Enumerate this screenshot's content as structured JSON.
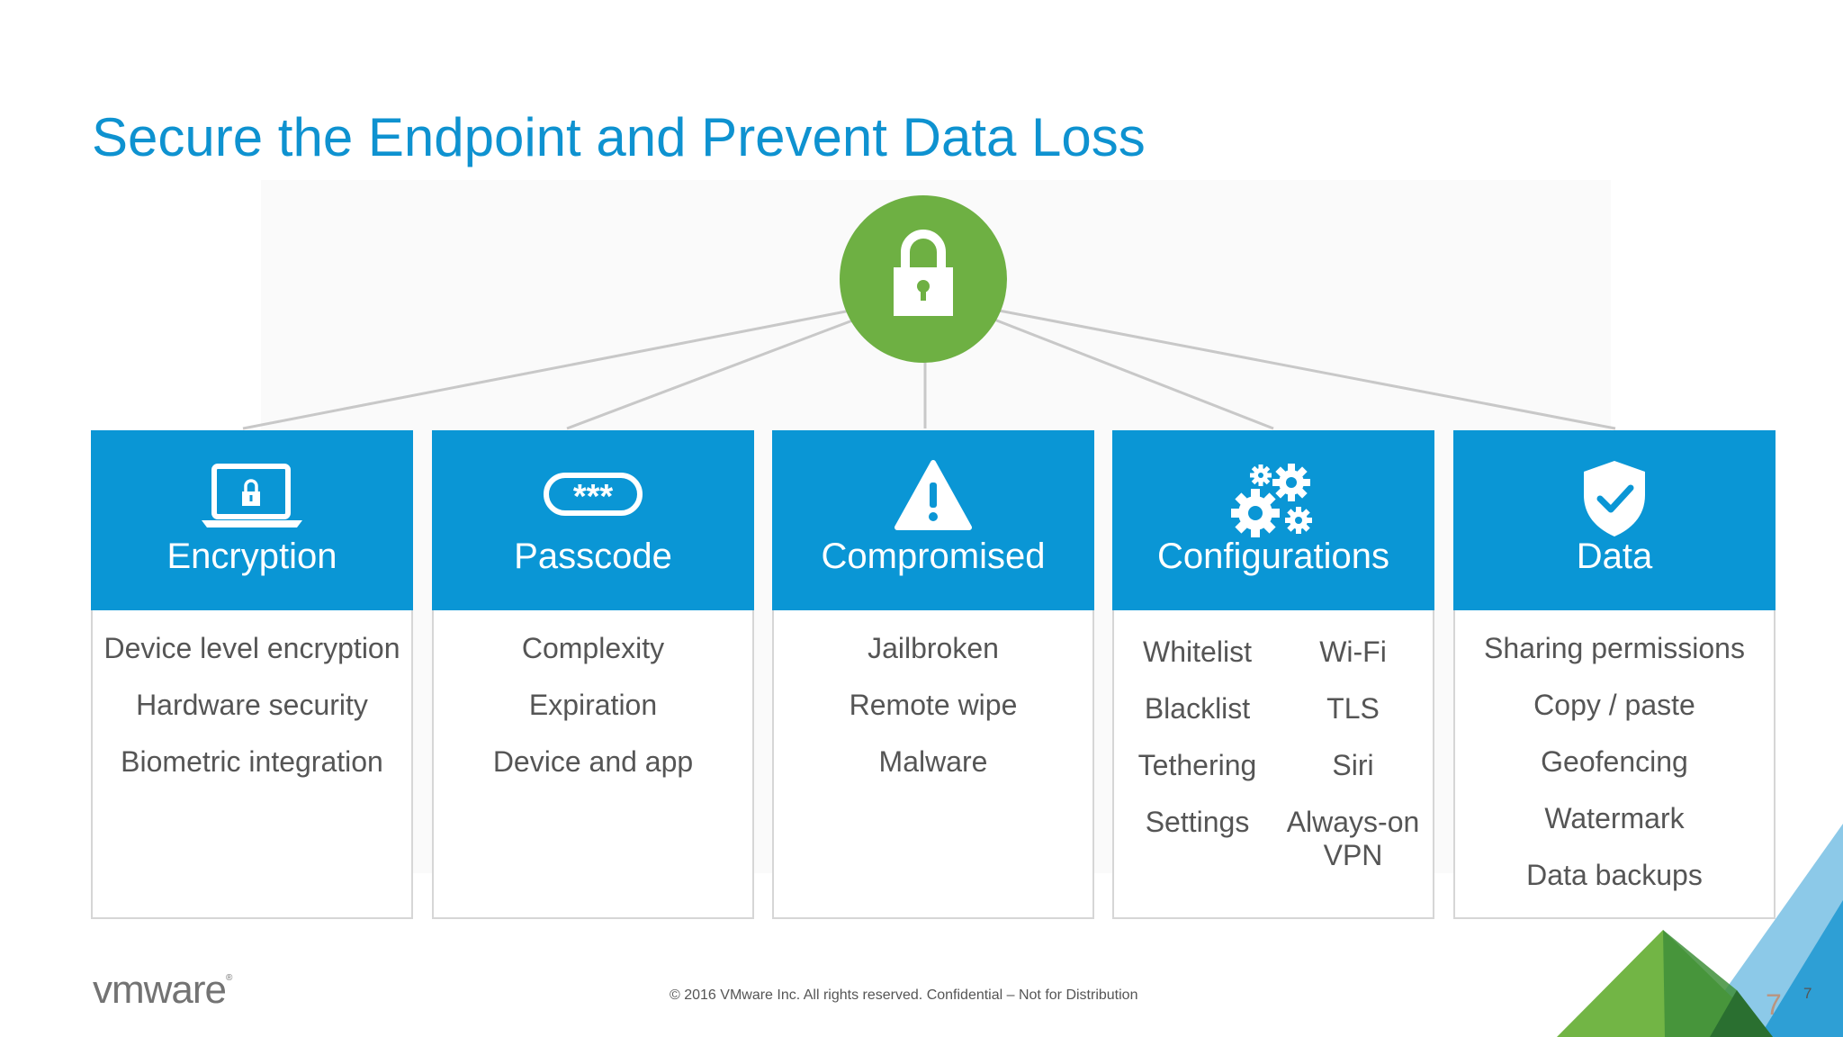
{
  "slide": {
    "title": "Secure the Endpoint and Prevent Data Loss",
    "hub_icon": "lock-icon",
    "accent_color": "#0a96d5",
    "hub_color": "#6eb043",
    "cards": [
      {
        "title": "Encryption",
        "icon": "laptop-lock-icon",
        "items": [
          "Device level encryption",
          "Hardware security",
          "Biometric integration"
        ]
      },
      {
        "title": "Passcode",
        "icon": "passcode-icon",
        "icon_text": "***",
        "items": [
          "Complexity",
          "Expiration",
          "Device and app"
        ]
      },
      {
        "title": "Compromised",
        "icon": "warning-icon",
        "items": [
          "Jailbroken",
          "Remote wipe",
          "Malware"
        ]
      },
      {
        "title": "Configurations",
        "icon": "gears-icon",
        "left_items": [
          "Whitelist",
          "Blacklist",
          "Tethering",
          "Settings"
        ],
        "right_items": [
          "Wi-Fi",
          "TLS",
          "Siri",
          "Always-on VPN"
        ]
      },
      {
        "title": "Data",
        "icon": "shield-check-icon",
        "items": [
          "Sharing permissions",
          "Copy / paste",
          "Geofencing",
          "Watermark",
          "Data backups"
        ]
      }
    ],
    "logo_text": "vmware",
    "logo_registered": "®",
    "footer": "© 2016 VMware Inc. All rights reserved. Confidential – Not for Distribution",
    "page_number": "7"
  }
}
